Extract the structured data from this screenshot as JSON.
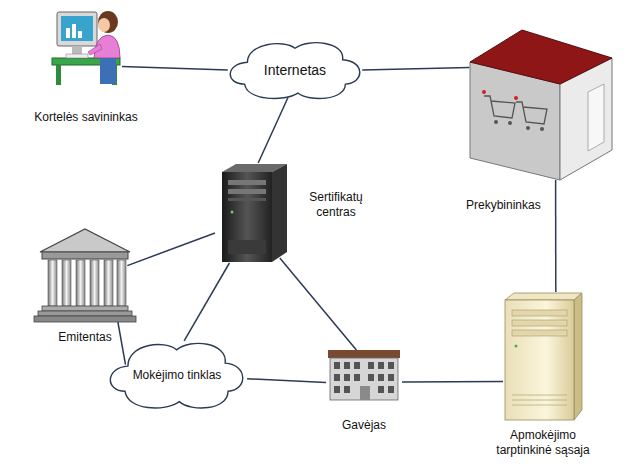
{
  "diagram": {
    "nodes": [
      {
        "text": [
          "Kortelės savininkas"
        ]
      },
      {
        "text": [
          "Internetas"
        ]
      },
      {
        "text": [
          "Prekybininkas"
        ]
      },
      {
        "text": [
          "Sertifikatų centras"
        ]
      },
      {
        "text": [
          "Emitentas"
        ]
      },
      {
        "text": [
          "Mokėjimo tinklas"
        ]
      },
      {
        "text": [
          "Gavėjas"
        ]
      },
      {
        "text": [
          "Apmokėjimo tarptinkinė sąsaja"
        ]
      }
    ],
    "edges": [
      {
        "from": 0,
        "to": 1,
        "arrow": "none"
      },
      {
        "from": 1,
        "to": 2,
        "arrow": "none"
      },
      {
        "from": 1,
        "to": 3,
        "arrow": "none"
      },
      {
        "from": 2,
        "to": 7,
        "arrow": "none"
      },
      {
        "from": 3,
        "to": 4,
        "arrow": "none"
      },
      {
        "from": 3,
        "to": 5,
        "arrow": "none"
      },
      {
        "from": 3,
        "to": 6,
        "arrow": "none"
      },
      {
        "from": 4,
        "to": 5,
        "arrow": "none"
      },
      {
        "from": 5,
        "to": 6,
        "arrow": "none"
      },
      {
        "from": 6,
        "to": 7,
        "arrow": "none"
      }
    ]
  }
}
